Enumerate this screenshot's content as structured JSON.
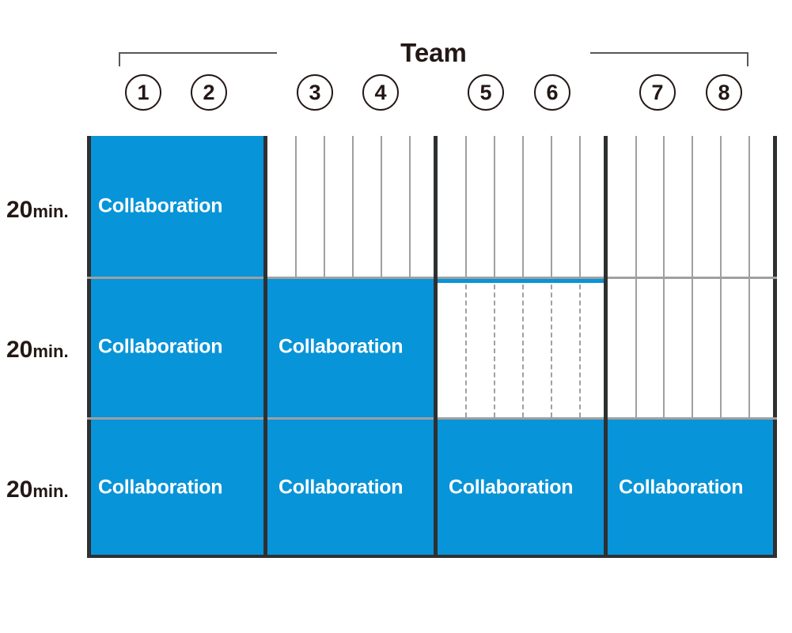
{
  "header": {
    "bracket_label": "Team",
    "teams": [
      {
        "id": "1",
        "label": "1"
      },
      {
        "id": "2",
        "label": "2"
      },
      {
        "id": "3",
        "label": "3"
      },
      {
        "id": "4",
        "label": "4"
      },
      {
        "id": "5",
        "label": "5"
      },
      {
        "id": "6",
        "label": "6"
      },
      {
        "id": "7",
        "label": "7"
      },
      {
        "id": "8",
        "label": "8"
      }
    ]
  },
  "row_labels": [
    {
      "value": "20",
      "unit": "min."
    },
    {
      "value": "20",
      "unit": "min."
    },
    {
      "value": "20",
      "unit": "min."
    }
  ],
  "activity_label": "Collaboration",
  "colors": {
    "accent_blue": "#0894d8",
    "divider_dark": "#2e3032",
    "gridline_gray": "#9fa0a0",
    "text_dark": "#231815",
    "text_light": "#ffffff"
  },
  "chart_data": {
    "type": "table",
    "title": "Team",
    "xlabel": "Team",
    "ylabel": "",
    "categories": [
      "1 & 2",
      "3 & 4",
      "5 & 6",
      "7 & 8"
    ],
    "row_categories": [
      "20 min.",
      "20 min.",
      "20 min."
    ],
    "cells": [
      [
        {
          "group": "1 & 2",
          "row": 1,
          "state": "filled",
          "label": "Collaboration"
        },
        {
          "group": "3 & 4",
          "row": 1,
          "state": "empty",
          "label": ""
        },
        {
          "group": "5 & 6",
          "row": 1,
          "state": "empty",
          "label": ""
        },
        {
          "group": "7 & 8",
          "row": 1,
          "state": "empty",
          "label": ""
        }
      ],
      [
        {
          "group": "1 & 2",
          "row": 2,
          "state": "filled",
          "label": "Collaboration"
        },
        {
          "group": "3 & 4",
          "row": 2,
          "state": "filled",
          "label": "Collaboration"
        },
        {
          "group": "5 & 6",
          "row": 2,
          "state": "empty-dashed",
          "label": ""
        },
        {
          "group": "7 & 8",
          "row": 2,
          "state": "empty",
          "label": ""
        }
      ],
      [
        {
          "group": "1 & 2",
          "row": 3,
          "state": "filled",
          "label": "Collaboration"
        },
        {
          "group": "3 & 4",
          "row": 3,
          "state": "filled",
          "label": "Collaboration"
        },
        {
          "group": "5 & 6",
          "row": 3,
          "state": "filled",
          "label": "Collaboration"
        },
        {
          "group": "7 & 8",
          "row": 3,
          "state": "filled",
          "label": "Collaboration"
        }
      ]
    ],
    "subcolumns_per_group": 6,
    "grid": true,
    "legend": []
  }
}
